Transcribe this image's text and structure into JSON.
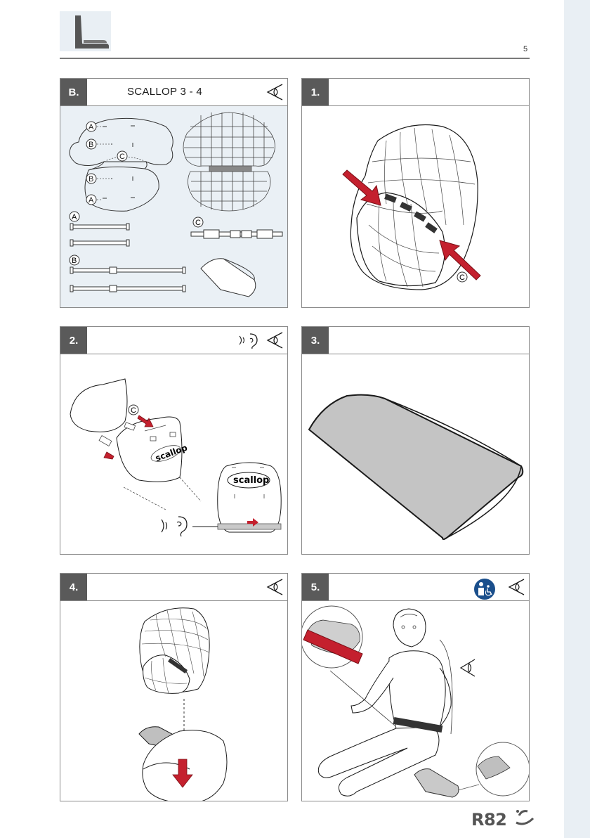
{
  "page": {
    "number": "5"
  },
  "brand": {
    "name": "R82"
  },
  "colors": {
    "accent_red": "#c4202e",
    "step_badge": "#5a5a5a",
    "panel_tint": "#eaf0f5",
    "info_blue": "#1a4f8c"
  },
  "panels": [
    {
      "step": "B.",
      "title": "SCALLOP 3 - 4",
      "icons": [
        "eye-icon"
      ],
      "labels": {
        "a": "A",
        "b": "B",
        "c": "C"
      }
    },
    {
      "step": "1.",
      "title": "",
      "icons": [],
      "labels": {
        "c": "C"
      }
    },
    {
      "step": "2.",
      "title": "",
      "icons": [
        "ear-sound-icon",
        "eye-icon"
      ],
      "labels": {
        "c": "C",
        "logo": "scallop"
      }
    },
    {
      "step": "3.",
      "title": "",
      "icons": []
    },
    {
      "step": "4.",
      "title": "",
      "icons": [
        "eye-icon"
      ]
    },
    {
      "step": "5.",
      "title": "",
      "icons": [
        "assistant-user-icon",
        "eye-icon"
      ]
    }
  ]
}
